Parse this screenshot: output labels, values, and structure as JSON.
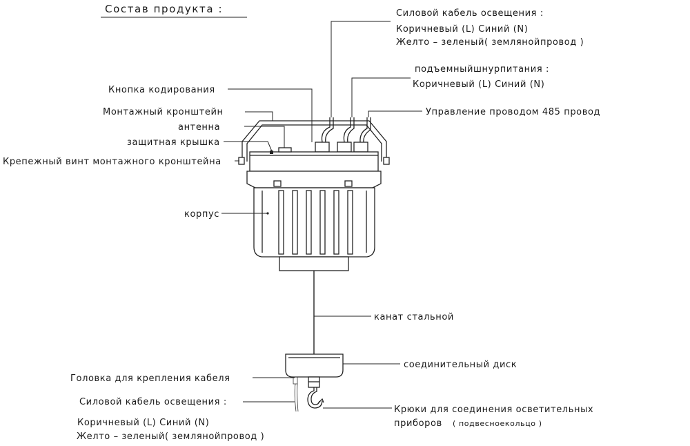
{
  "title": "Состав продукта :",
  "labels": {
    "power_cable_title": "Силовой кабель освещения :",
    "power_cable_colors": "Коричневый (L)   Синий (N)",
    "power_cable_ground": "Желто – зеленый( землянойпровод )",
    "lift_cord_title": "подъемныйшнурпитания :",
    "lift_cord_colors": "Коричневый (L)   Синий (N)",
    "control_wire": "Управление проводом 485 провод",
    "coding_button": "Кнопка кодирования",
    "mount_bracket": "Монтажный кронштейн",
    "antenna": "антенна",
    "protective_cover": "защитная крышка",
    "bracket_screw": "Крепежный винт монтажного кронштейна",
    "housing": "корпус",
    "steel_cable": "канат стальной",
    "connecting_disc": "соединительный диск",
    "cable_head": "Головка для крепления кабеля",
    "bottom_power_title": "Силовой кабель освещения :",
    "bottom_power_colors": "Коричневый (L)   Синий (N)",
    "bottom_power_ground": "Желто – зеленый( землянойпровод )",
    "hooks_line1": "Крюки для соединения осветительных",
    "hooks_line2": "приборов",
    "hooks_note": "( подвесноекольцо )"
  }
}
